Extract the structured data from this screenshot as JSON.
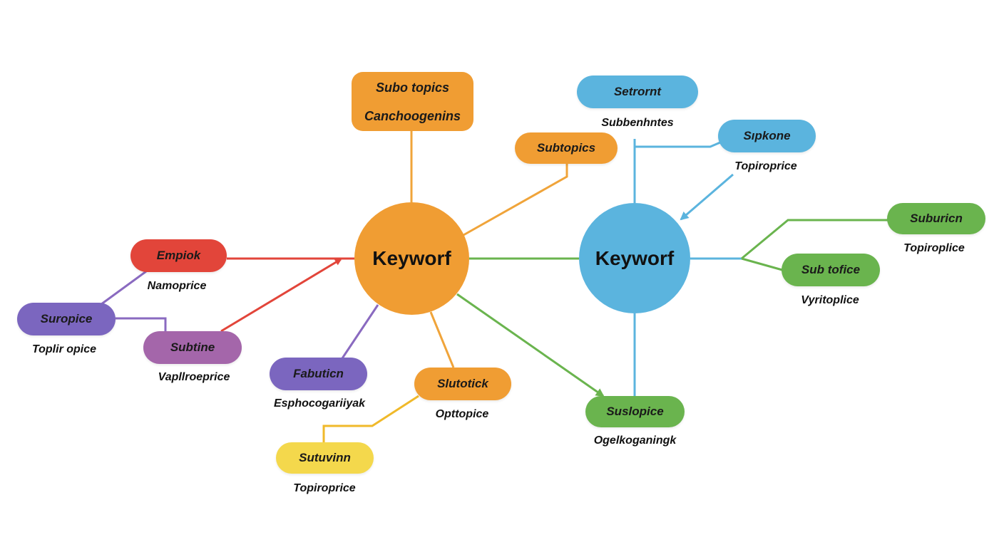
{
  "colors": {
    "orange": "#f09d33",
    "blue": "#5bb4de",
    "red": "#e2453a",
    "purple": "#7b66bf",
    "violet": "#a466aa",
    "green": "#6ab44e",
    "yellow": "#f4d84c",
    "line_red": "#e2453a",
    "line_green": "#6ab44e",
    "line_blue": "#5bb4de",
    "line_orange": "#f0a43a",
    "line_purple": "#8a6ac0",
    "line_yellow": "#f0b92a"
  },
  "hubs": [
    {
      "id": "hub-left",
      "label": "Keyworf",
      "color": "#f09d33"
    },
    {
      "id": "hub-right",
      "label": "Keyworf",
      "color": "#5bb4de"
    }
  ],
  "nodes": {
    "top_box": {
      "line1": "Subo topics",
      "line2": "Canchoogenins"
    },
    "subtopics": {
      "label": "Subtopics"
    },
    "emplok": {
      "label": "Empiok",
      "caption": "Namoprice"
    },
    "suropice": {
      "label": "Suropice",
      "caption": "Toplir opice"
    },
    "subtine": {
      "label": "Subtine",
      "caption": "Vapllroeprice"
    },
    "fabutich": {
      "label": "Fabuticn",
      "caption": "Esphocogariiyak"
    },
    "slutotick": {
      "label": "Slutotick",
      "caption": "Opttopice"
    },
    "sutuvinn": {
      "label": "Sutuvinn",
      "caption": "Topiroprice"
    },
    "setrornt": {
      "label": "Setrornt",
      "caption": "Subbenhntes"
    },
    "sipkone": {
      "label": "Sıpkone",
      "caption": "Topiroprice"
    },
    "suburicn": {
      "label": "Suburicn",
      "caption": "Topiroplice"
    },
    "subtofice": {
      "label": "Sub tofice",
      "caption": "Vyritoplice"
    },
    "suslopice": {
      "label": "Suslopice",
      "caption": "Ogelkoganingk"
    }
  }
}
